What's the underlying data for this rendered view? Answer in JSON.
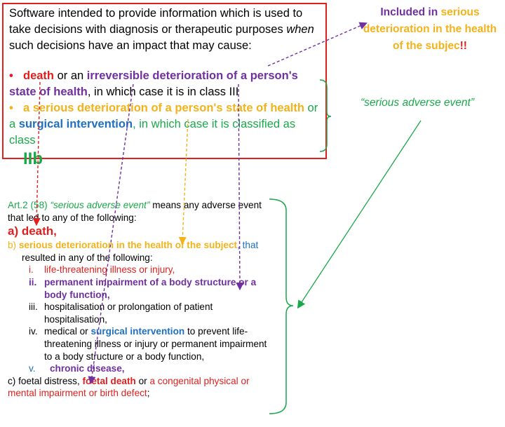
{
  "colors": {
    "red": "#e0201e",
    "purple": "#7030a0",
    "orange": "#f2b21a",
    "green": "#1aa84a",
    "blue": "#1f70c0",
    "box_border": "#e0201e"
  },
  "top_box": {
    "intro_1": "Software intended to provide information which is used to take decisions with diagnosis or therapeutic purposes ",
    "intro_when": "when",
    "intro_2": " such decisions have an impact that may cause:",
    "bullet_1": {
      "marker": "•",
      "death": "death",
      "or_an": " or an ",
      "irreversible": "irreversible deterioration of a person's state of health",
      "tail": ", in which case it is in class III"
    },
    "bullet_2": {
      "marker": "•",
      "serious": "a serious deterioration of a person's state of health",
      "or_a": " or a ",
      "surgical": "surgical intervention",
      "tail": ", in which case it is classified as class ",
      "class": "IIb"
    }
  },
  "right_note": {
    "included_in": "Included in ",
    "serious": "serious deterioration in the health of the subjec",
    "exclaim": "!!"
  },
  "sae_label": "“serious adverse event”",
  "article": {
    "ref_1": "Art.2 (58) ",
    "ref_term": "“serious adverse event”",
    "ref_2": " means any adverse event that led to any of the following:",
    "a_label": "a) ",
    "a_text": "death,",
    "b_label": "b) ",
    "b_text": "serious deterioration in the health of the subject",
    "b_comma": ", ",
    "b_that": "that",
    "b_resulted": "resulted in any of the following:",
    "items": [
      {
        "num": "i.",
        "text": "life-threatening  illness or injury,"
      },
      {
        "num": "ii.",
        "text": "permanent  impairment  of a body structure or a body function,"
      },
      {
        "num": "iii.",
        "text": "hospitalisation  or prolongation of patient hospitalisation,"
      },
      {
        "num": "iv.",
        "pre": "medical  or ",
        "surgical": "surgical intervention",
        "post": "  to prevent life-threatening  illness or injury or permanent impairment to a body structure or a body function,"
      },
      {
        "num": "v.",
        "text": "chronic  disease,"
      }
    ],
    "c_label": "c) ",
    "c_pre": "foetal distress, ",
    "c_death": "foetal death",
    "c_or": " or ",
    "c_rest": "a congenital physical or mental impairment or birth defect",
    "c_end": ";"
  }
}
